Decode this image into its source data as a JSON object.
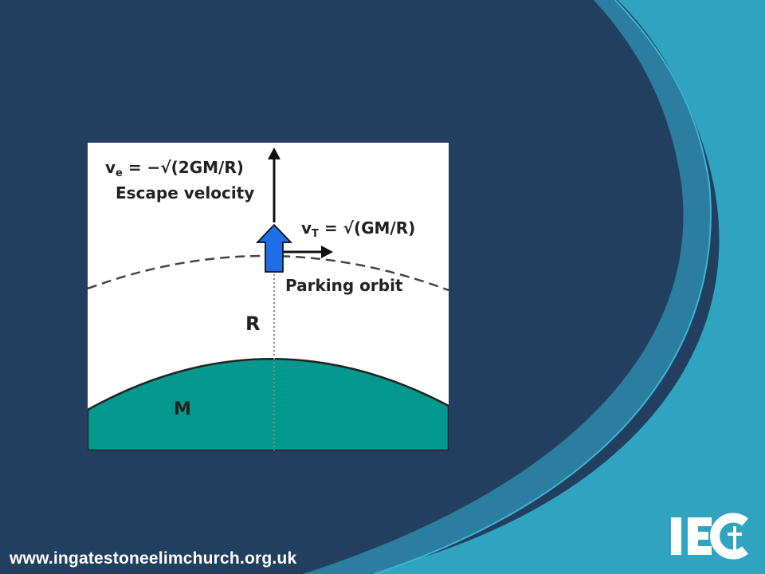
{
  "slide": {
    "background_color": "#233f5f",
    "accent_light": "#2fa3c0",
    "accent_mid": "#2b7ea0",
    "footer_url": "www.ingatestoneelimchurch.org.uk",
    "logo_text": "IEC"
  },
  "diagram": {
    "planet_color": "#03998f",
    "craft_color": "#1e6ee8",
    "escape": {
      "symbol": "v",
      "subscript": "e",
      "expression": " = −√(2GM/R)",
      "caption": "Escape velocity"
    },
    "tangential": {
      "symbol": "v",
      "subscript": "T",
      "expression": " = √(GM/R)"
    },
    "orbit_label": "Parking orbit",
    "radius_label": "R",
    "mass_label": "M"
  }
}
